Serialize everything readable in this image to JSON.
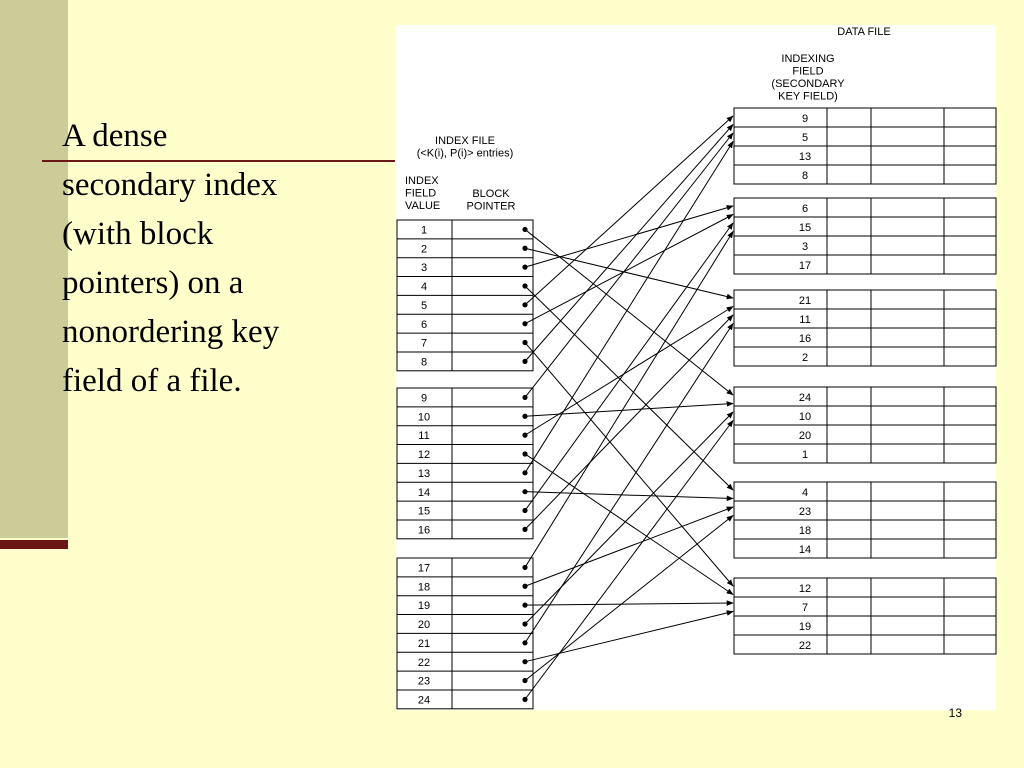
{
  "slide": {
    "title": "A dense\nsecondary index\n(with block\npointers) on a\nnonordering key\nfield of a file.",
    "page_number": "13"
  },
  "diagram": {
    "data_file_label": "DATA FILE",
    "indexing_field_label": [
      "INDEXING",
      "FIELD",
      "(SECONDARY",
      "KEY FIELD)"
    ],
    "index_file_label": [
      "INDEX FILE",
      "(<K(i), P(i)> entries)"
    ],
    "index_col1_label": [
      "INDEX",
      "FIELD",
      "VALUE"
    ],
    "index_col2_label": [
      "BLOCK",
      "POINTER"
    ],
    "index_blocks": [
      [
        "1",
        "2",
        "3",
        "4",
        "5",
        "6",
        "7",
        "8"
      ],
      [
        "9",
        "10",
        "11",
        "12",
        "13",
        "14",
        "15",
        "16"
      ],
      [
        "17",
        "18",
        "19",
        "20",
        "21",
        "22",
        "23",
        "24"
      ]
    ],
    "data_blocks": [
      [
        "9",
        "5",
        "13",
        "8"
      ],
      [
        "6",
        "15",
        "3",
        "17"
      ],
      [
        "21",
        "11",
        "16",
        "2"
      ],
      [
        "24",
        "10",
        "20",
        "1"
      ],
      [
        "4",
        "23",
        "18",
        "14"
      ],
      [
        "12",
        "7",
        "19",
        "22"
      ]
    ]
  }
}
